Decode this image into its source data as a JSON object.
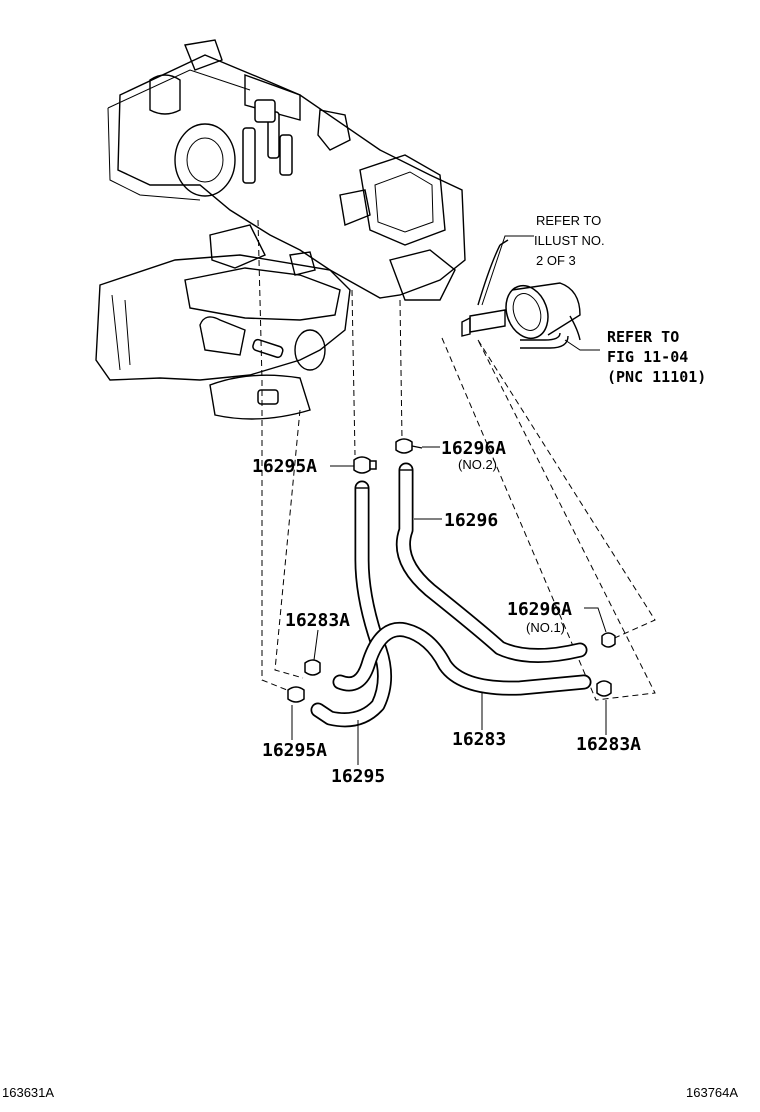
{
  "refer_illust": {
    "line1": "REFER TO",
    "line2": "ILLUST NO.",
    "line3": "2 OF 3"
  },
  "refer_fig": {
    "line1": "REFER TO",
    "line2": "FIG 11-04",
    "line3": "(PNC 11101)"
  },
  "callouts": {
    "p16296A_no2": "16296A",
    "p16296A_no2_sub": "(NO.2)",
    "p16295A_top": "16295A",
    "p16296": "16296",
    "p16296A_no1": "16296A",
    "p16296A_no1_sub": "(NO.1)",
    "p16283A_left": "16283A",
    "p16295A_bottom": "16295A",
    "p16295": "16295",
    "p16283": "16283",
    "p16283A_right": "16283A"
  },
  "footer": {
    "left_code": "163631A",
    "right_code": "163764A"
  }
}
